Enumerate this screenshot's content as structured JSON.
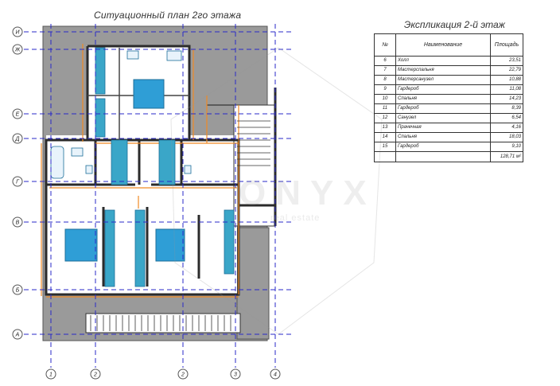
{
  "plan": {
    "title": "Ситуационный план 2го этажа",
    "axis_rows": [
      "И",
      "Ж",
      "Е",
      "Д",
      "Г",
      "В",
      "Б",
      "А"
    ],
    "axis_cols": [
      "1",
      "2",
      "2",
      "3",
      "4"
    ]
  },
  "explication": {
    "title": "Экспликация 2-й этаж",
    "headers": {
      "num": "№",
      "name": "Наименование",
      "area": "Площадь"
    },
    "rows": [
      {
        "num": "6",
        "name": "Холл",
        "area": "23,51"
      },
      {
        "num": "7",
        "name": "Мастерспальня",
        "area": "22,79"
      },
      {
        "num": "8",
        "name": "Мастерсанузел",
        "area": "10,88"
      },
      {
        "num": "9",
        "name": "Гардероб",
        "area": "11,08"
      },
      {
        "num": "10",
        "name": "Спальня",
        "area": "14,23"
      },
      {
        "num": "11",
        "name": "Гардероб",
        "area": "8,39"
      },
      {
        "num": "12",
        "name": "Санузел",
        "area": "6,54"
      },
      {
        "num": "13",
        "name": "Прачечная",
        "area": "4,16"
      },
      {
        "num": "14",
        "name": "Спальня",
        "area": "18,03"
      },
      {
        "num": "15",
        "name": "Гардероб",
        "area": "9,10"
      }
    ],
    "total": "128,71 м²"
  },
  "watermark": {
    "text": "ONYX",
    "subtext": "real estate"
  },
  "colors": {
    "wall": "#2b2b2b",
    "dimension": "#f08a24",
    "furniture": "#3aa6c8",
    "bed": "#2f9ed6",
    "grid_axis": "#2a2ac8",
    "roof": "#9a9a9a"
  }
}
